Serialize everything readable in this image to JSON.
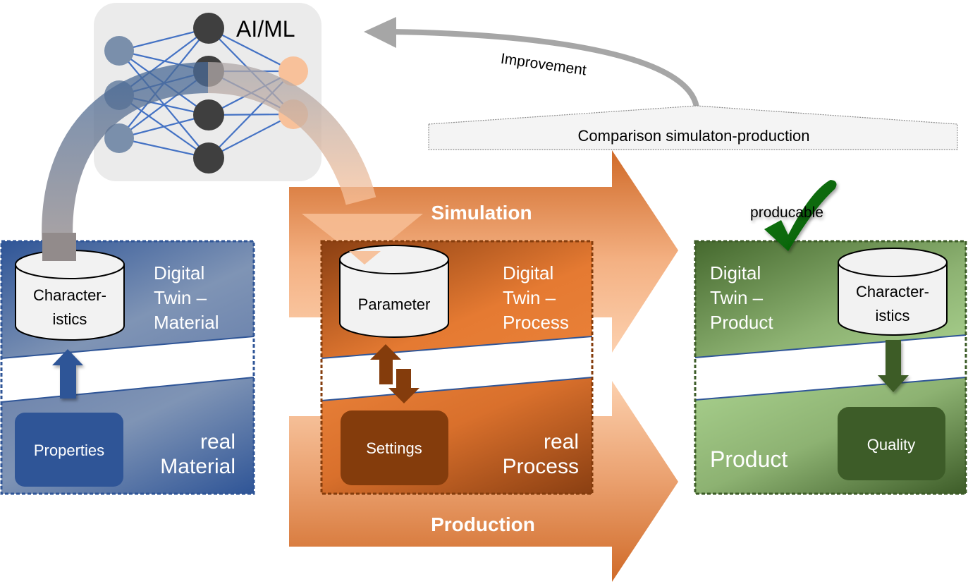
{
  "ai_ml": {
    "title": "AI/ML",
    "layers": {
      "input_nodes": 3,
      "hidden_nodes": 4,
      "output_nodes": 2
    },
    "colors": {
      "input": "#7a8fab",
      "hidden": "#3f3f3f",
      "output": "#f8c19a",
      "edges": "#4472c4",
      "panel": "#ebebeb"
    }
  },
  "feedback": {
    "arrow_label": "Improvement",
    "comparison_label": "Comparison simulaton-production"
  },
  "flows": {
    "simulation_label": "Simulation",
    "production_label": "Production",
    "color": "#e07b39"
  },
  "material": {
    "digital_twin": [
      "Digital",
      "Twin –",
      "Material"
    ],
    "db_label": [
      "Character-",
      "istics"
    ],
    "real_label": [
      "real",
      "Material"
    ],
    "box_label": "Properties",
    "color": "#2f5597"
  },
  "process": {
    "digital_twin": [
      "Digital",
      "Twin –",
      "Process"
    ],
    "db_label": [
      "Parameter"
    ],
    "real_label": [
      "real",
      "Process"
    ],
    "box_label": "Settings",
    "color": "#843c0c"
  },
  "product": {
    "digital_twin": [
      "Digital",
      "Twin –",
      "Product"
    ],
    "db_label": [
      "Character-",
      "istics"
    ],
    "real_label": [
      "Product"
    ],
    "box_label": "Quality",
    "check_label": "producable",
    "color": "#3d5c28"
  }
}
